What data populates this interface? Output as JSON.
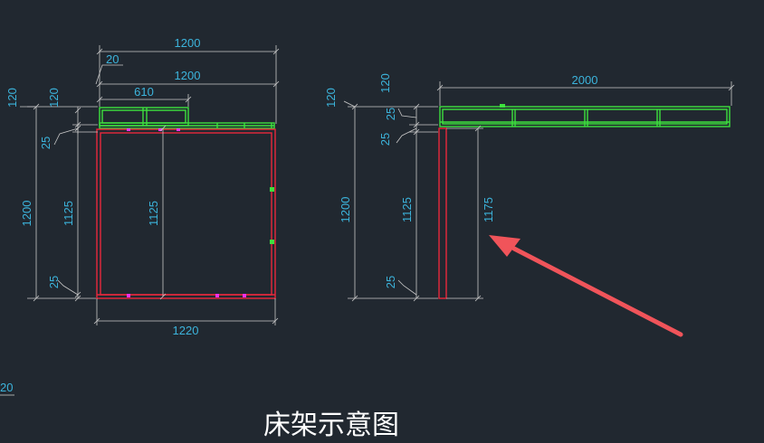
{
  "diagram": {
    "title": "床架示意图",
    "colors": {
      "background": "#212830",
      "dimension_line": "#c8c8c8",
      "dimension_text": "#3cb4dc",
      "frame_green": "#3ee03e",
      "frame_red": "#e8283c",
      "arrow": "#f0545a"
    },
    "front_view": {
      "top_width": "1200",
      "offset": "20",
      "inner_width": "1200",
      "shelf_width": "610",
      "left_top_height": "120",
      "inner_top_height": "120",
      "rail": "25",
      "total_height": "1200",
      "inner_height": "1125",
      "center_height": "1125",
      "bottom_rail": "25",
      "bottom_width": "1220"
    },
    "side_view": {
      "length": "2000",
      "left_top_height": "120",
      "inner_top_height": "120",
      "rail_top": "25",
      "rail_mid": "25",
      "total_height": "1200",
      "inner_height": "1125",
      "leg_height": "1175",
      "bottom_rail": "25"
    },
    "corner_label": "20"
  }
}
